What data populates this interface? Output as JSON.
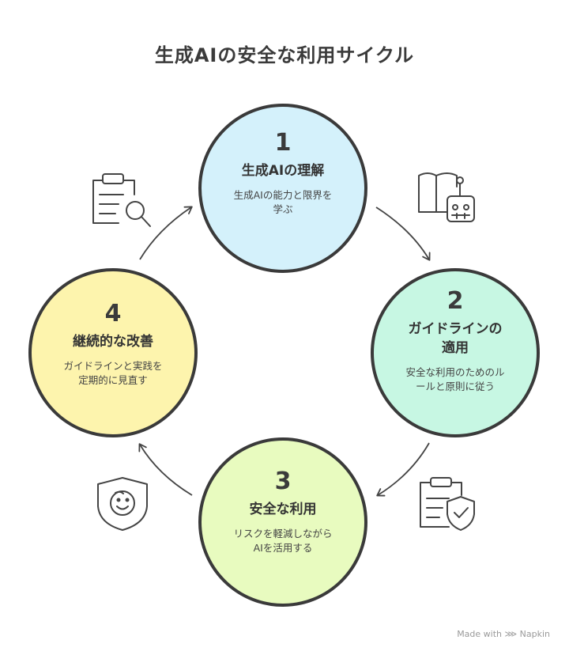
{
  "title": "生成AIの安全な利用サイクル",
  "steps": [
    {
      "number": "1",
      "title": "生成AIの理解",
      "desc1": "生成AIの能力と限界を",
      "desc2": "学ぶ",
      "color": "#d4f1fb"
    },
    {
      "number": "2",
      "title1": "ガイドラインの",
      "title2": "適用",
      "desc1": "安全な利用のためのル",
      "desc2": "ールと原則に従う",
      "color": "#c7f7e3"
    },
    {
      "number": "3",
      "title": "安全な利用",
      "desc1": "リスクを軽減しながら",
      "desc2": "AIを活用する",
      "color": "#e8fbbf"
    },
    {
      "number": "4",
      "title": "継続的な改善",
      "desc1": "ガイドラインと実践を",
      "desc2": "定期的に見直す",
      "color": "#fdf4ad"
    }
  ],
  "icons": {
    "step1": "robot-reading-book-icon",
    "step2": "clipboard-shield-check-icon",
    "step3": "smiley-shield-icon",
    "step4": "clipboard-magnifier-icon"
  },
  "watermark": "Made with ⋙ Napkin"
}
